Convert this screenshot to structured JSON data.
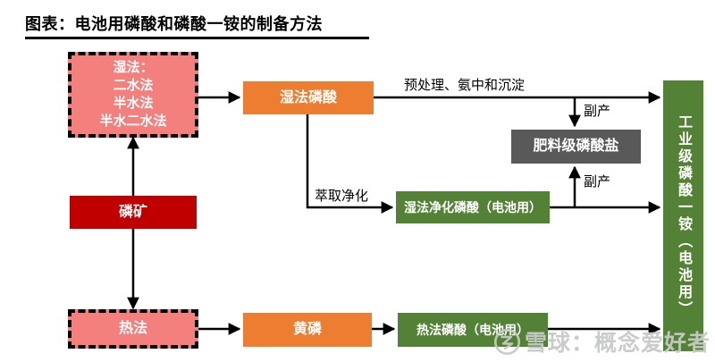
{
  "title": "图表：电池用磷酸和磷酸一铵的制备方法",
  "nodes": {
    "wet_methods": {
      "lines": [
        "湿法：",
        "二水法",
        "半水法",
        "半水二水法"
      ]
    },
    "phosphate_rock": {
      "label": "磷矿"
    },
    "thermal_method": {
      "label": "热法"
    },
    "wet_phosphoric_acid": {
      "label": "湿法磷酸"
    },
    "yellow_phosphorus": {
      "label": "黄磷"
    },
    "fertilizer_grade_phosphate": {
      "label": "肥料级磷酸盐"
    },
    "wet_purified_acid": {
      "label": "湿法净化磷酸（电池用）"
    },
    "thermal_acid": {
      "label": "热法磷酸（电池用）"
    },
    "industrial_map": {
      "label": "工业级磷酸一铵（电池用）"
    }
  },
  "edge_labels": {
    "pretreatment": "预处理、氨中和沉淀",
    "byproduct_top": "副产",
    "byproduct_bottom": "副产",
    "extraction": "萃取净化"
  },
  "watermark": {
    "text": "雪球：概念爱好者"
  },
  "colors": {
    "pink": "#F4807E",
    "dark_red": "#C00000",
    "orange": "#ED7D31",
    "gray": "#595959",
    "green": "#538135",
    "line": "#000000",
    "watermark": "#C7CAC9"
  }
}
